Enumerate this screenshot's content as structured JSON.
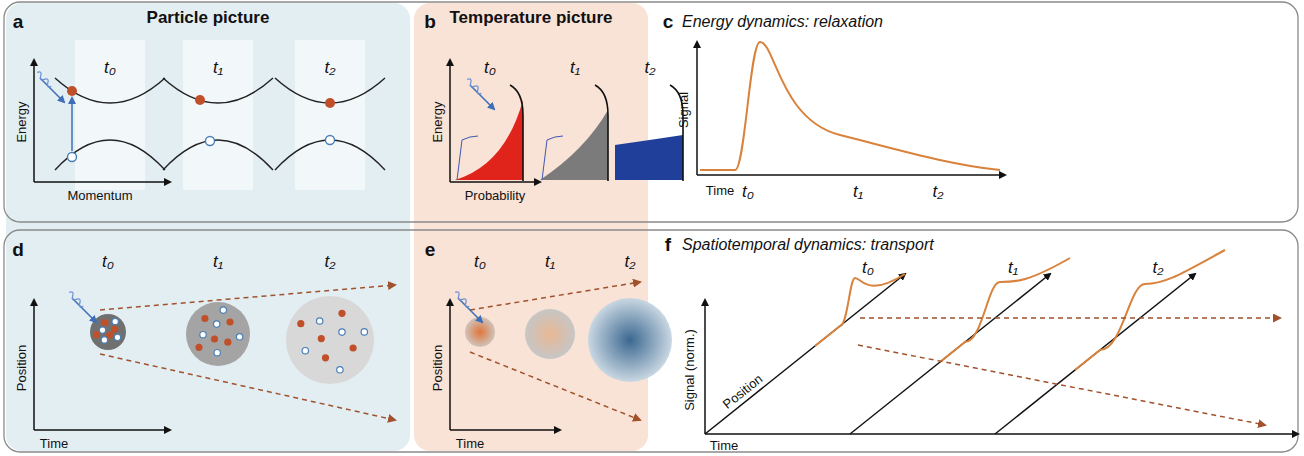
{
  "diagram": {
    "nodes": [
      {
        "text": [
          "Particle picture"
        ]
      },
      {
        "text": [
          "Temperature picture"
        ]
      }
    ],
    "labels": [
      "a",
      "t₀",
      "t₁",
      "t₂",
      "Energy",
      "Momentum",
      "b",
      "t₀",
      "t₁",
      "t₂",
      "Energy",
      "Probability",
      "c",
      "Energy dynamics: relaxation",
      "Signal",
      "Time",
      "t₀",
      "t₁",
      "t₂",
      "d",
      "t₀",
      "t₁",
      "t₂",
      "Position",
      "Time",
      "e",
      "t₀",
      "t₁",
      "t₂",
      "Position",
      "Time",
      "f",
      "Spatiotemporal dynamics: transport",
      "t₀",
      "t₁",
      "t₂",
      "Signal (norm.)",
      "Position",
      "Time"
    ]
  }
}
